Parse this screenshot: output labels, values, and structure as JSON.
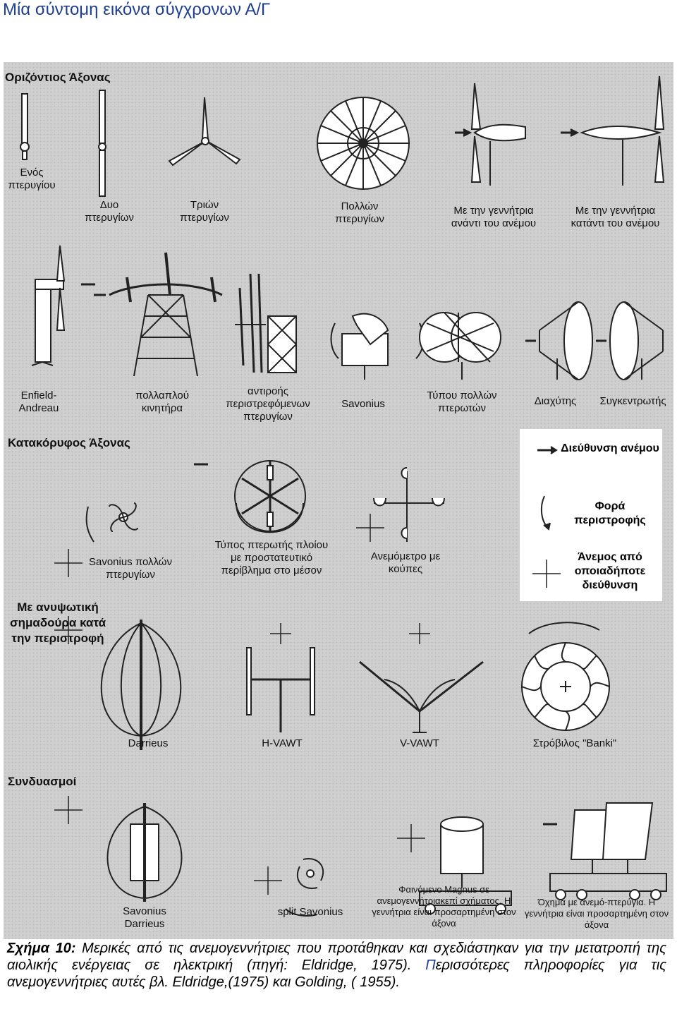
{
  "page": {
    "title": "Μία σύντομη εικόνα σύγχρονων Α/Γ"
  },
  "figure": {
    "section_horizontal": "Οριζόντιος Άξονας",
    "section_vertical": "Κατακόρυφος Άξονας",
    "section_combined": "Συνδυασμοί",
    "lift_label": "Με ανυψωτική σημαδούρα κατά την περιστροφή",
    "row1": [
      "Ενός πτερυγίου",
      "Δυο πτερυγίων",
      "Τριών πτερυγίων",
      "Πολλών πτερυγίων",
      "Με την γεννήτρια ανάντι του ανέμου",
      "Με την γεννήτρια κατάντι του ανέμου"
    ],
    "row2": [
      "Enfield-Andreau",
      "πολλαπλού κινητήρα",
      "αντιροής περιστρεφόμενων πτερυγίων",
      "Savonius",
      "Τύπου πολλών πτερωτών",
      "Διαχύτης",
      "Συγκεντρωτής"
    ],
    "row3": [
      "Savonius πολλών πτερυγίων",
      "Τύπος πτερωτής πλοίου με προστατευτικό περίβλημα στο μέσον",
      "Ανεμόμετρο με κούπες"
    ],
    "row4": [
      "Darrieus",
      "H-VAWT",
      "V-VAWT",
      "Στρόβιλος \"Banki\""
    ],
    "row5": [
      "Savonius Darrieus",
      "split Savonius",
      "Φαινόμενο Magnus σε ανεμογεννήτριακεπί σχήματος. Η γεννήτρια είναι προσαρτημένη στον άξονα",
      "Όχημα με ανεμό-πτερύγια. Η γεννήτρια είναι προσαρτημένη στον άξονα"
    ],
    "legend": {
      "wind_dir": "Διεύθυνση ανέμου",
      "rotation": "Φορά περιστροφής",
      "any_dir": "Άνεμος από οποιαδήποτε διεύθυνση"
    }
  },
  "caption": {
    "label": "Σχήμα 10:",
    "line1": "Μερικές από τις ανεμογεννήτριες που προτάθηκαν και σχεδιάστηκαν για την μετατροπή της αιολικής ενέργειας σε ηλεκτρική (πηγή: Eldridge, 1975).",
    "first_letter": "Π",
    "line2": "ερισσότερες πληροφορίες για τις ανεμογεννήτριες αυτές βλ. Eldridge,(1975) και Golding, ( 1955)."
  }
}
